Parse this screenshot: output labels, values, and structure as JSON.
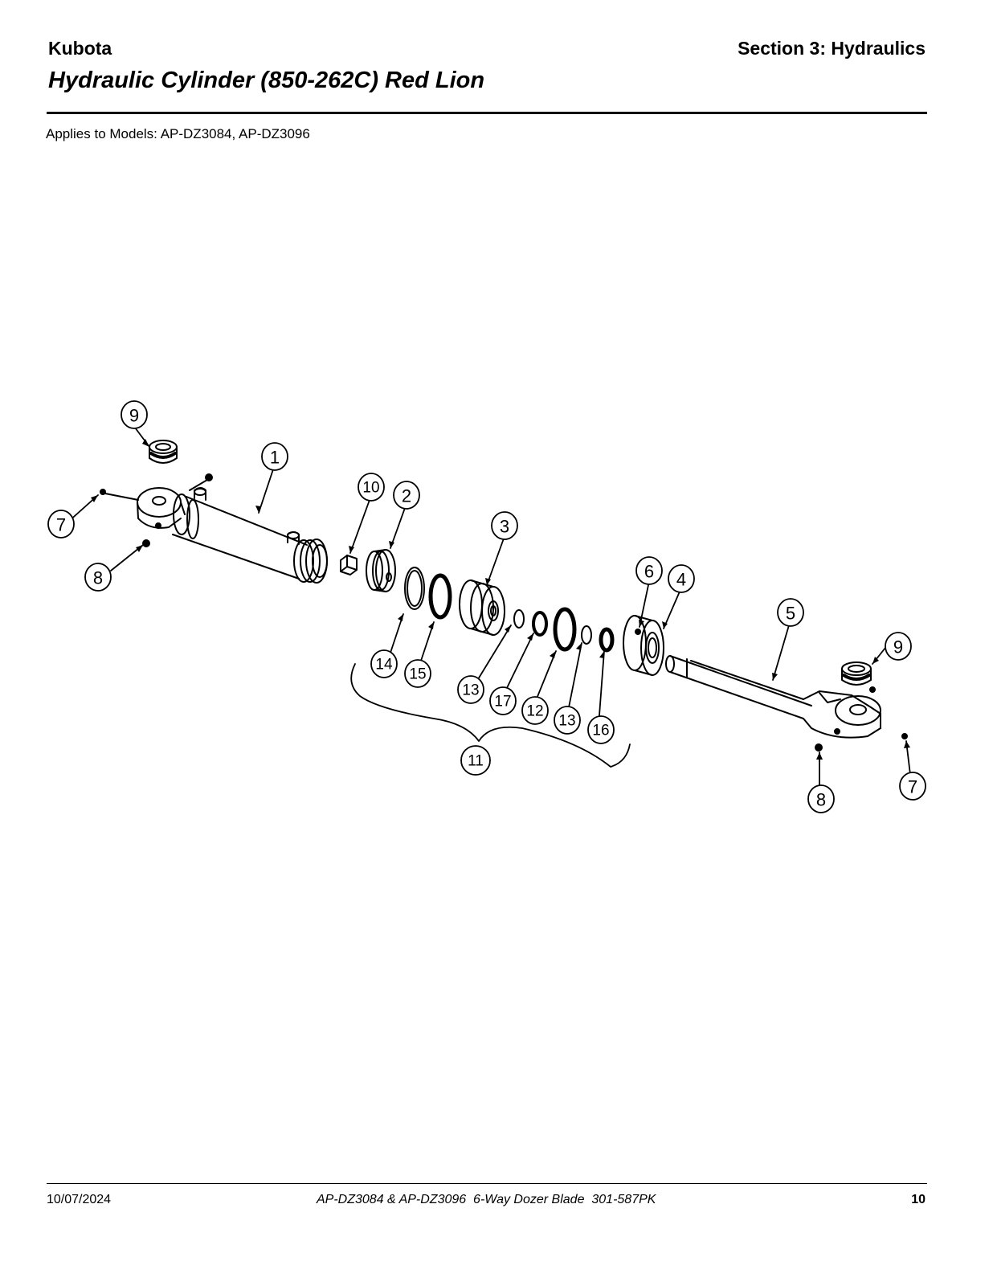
{
  "header": {
    "brand": "Kubota",
    "section": "Section 3: Hydraulics",
    "title": "Hydraulic Cylinder (850-262C) Red Lion",
    "applies": "Applies to Models: AP-DZ3084, AP-DZ3096"
  },
  "callouts": {
    "c1": "1",
    "c2": "2",
    "c3": "3",
    "c4": "4",
    "c5": "5",
    "c6": "6",
    "c7a": "7",
    "c7b": "7",
    "c8a": "8",
    "c8b": "8",
    "c9a": "9",
    "c9b": "9",
    "c10": "10",
    "c11": "11",
    "c12": "12",
    "c13a": "13",
    "c13b": "13",
    "c14": "14",
    "c15": "15",
    "c16": "16",
    "c17": "17"
  },
  "footer": {
    "date": "10/07/2024",
    "doc": "AP-DZ3084 & AP-DZ3096  6-Way Dozer Blade  301-587PK",
    "page": "10"
  }
}
